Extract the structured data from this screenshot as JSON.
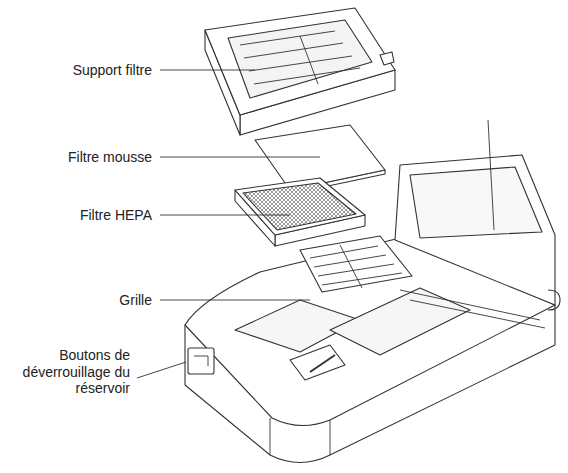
{
  "diagram": {
    "labels": [
      "Support filtre",
      "Filtre mousse",
      "Filtre HEPA",
      "Grille",
      "Boutons de déverrouillage du réservoir"
    ]
  }
}
